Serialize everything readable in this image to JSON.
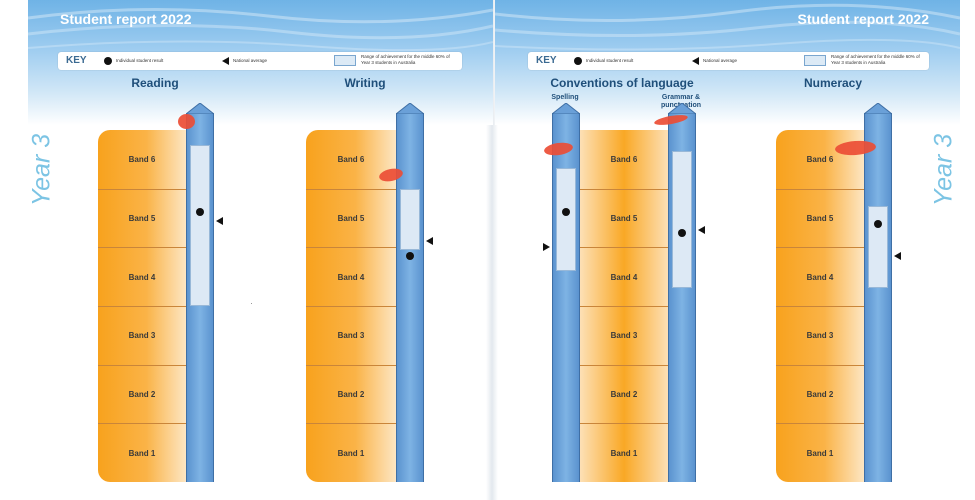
{
  "report_title": "Student report 2022",
  "year_label": "Year 3",
  "key": {
    "label": "KEY",
    "individual": "Individual student result",
    "national": "National average",
    "range": "Range of achievement for the middle 60% of Year 3 students in Australia"
  },
  "bands": [
    "Band 6",
    "Band 5",
    "Band 4",
    "Band 3",
    "Band 2",
    "Band 1"
  ],
  "charts": {
    "reading": {
      "title": "Reading",
      "range_low": 3.0,
      "range_high": 5.75,
      "student": 4.6,
      "national": 4.45
    },
    "writing": {
      "title": "Writing",
      "range_low": 3.95,
      "range_high": 5.0,
      "student": 3.85,
      "national": 4.1
    },
    "conventions": {
      "title": "Conventions of language",
      "spelling": {
        "label": "Spelling",
        "range_low": 3.6,
        "range_high": 5.35,
        "student": 4.6,
        "national": 4.0
      },
      "grammar": {
        "label": "Grammar & punctuation",
        "range_low": 3.3,
        "range_high": 5.65,
        "student": 4.25,
        "national": 4.3
      }
    },
    "numeracy": {
      "title": "Numeracy",
      "range_low": 3.3,
      "range_high": 4.7,
      "student": 4.4,
      "national": 3.85
    }
  },
  "colors": {
    "band_orange": "#f8a21d",
    "column_blue": "#5b93cf",
    "range_fill": "#dde9f5",
    "title_blue": "#1f4f7a",
    "year_cyan": "#7cc4e4",
    "annotation_red": "#ec4d35"
  }
}
